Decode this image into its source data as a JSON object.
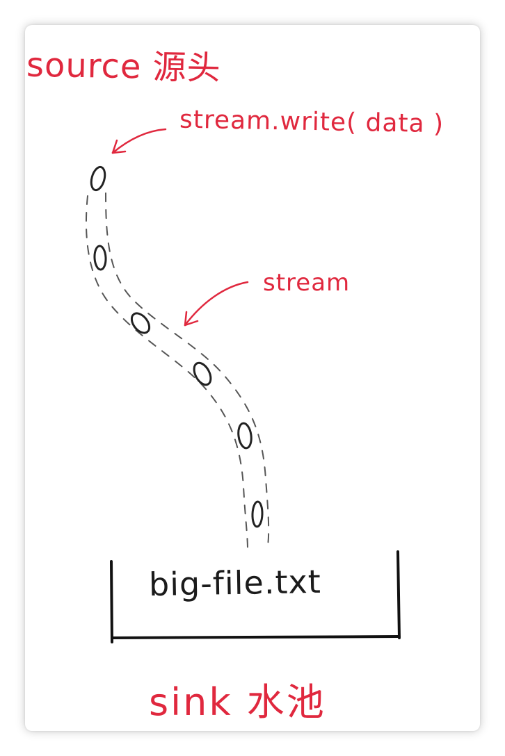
{
  "labels": {
    "source": "source 源头",
    "write_call": "stream.write( data )",
    "stream": "stream",
    "file": "big-file.txt",
    "sink": "sink 水池"
  },
  "colors": {
    "annotation_red": "#e0283e",
    "ink_black": "#1b1b1b"
  }
}
